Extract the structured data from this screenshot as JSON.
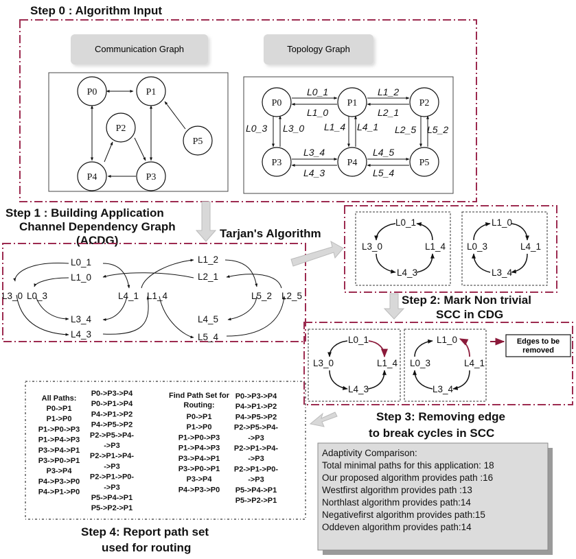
{
  "steps": {
    "s0": "Step 0 : Algorithm Input",
    "s1_l1": "Step 1 : Building Application",
    "s1_l2": "Channel Dependency Graph",
    "s1_l3": "(ACDG)",
    "tarjan": "Tarjan's Algorithm",
    "s2_l1": "Step 2: Mark Non trivial",
    "s2_l2": "SCC in CDG",
    "s3_l1": "Step 3: Removing edge",
    "s3_l2": "to break cycles  in SCC",
    "s4_l1": "Step 4: Report  path set",
    "s4_l2": "used for routing"
  },
  "input": {
    "comm_title": "Communication Graph",
    "topo_title": "Topology Graph",
    "comm_nodes": [
      "P0",
      "P1",
      "P2",
      "P3",
      "P4",
      "P5"
    ],
    "topo_nodes": [
      "P0",
      "P1",
      "P2",
      "P3",
      "P4",
      "P5"
    ],
    "topo_links": [
      "L0_1",
      "L1_0",
      "L1_2",
      "L2_1",
      "L0_3",
      "L3_0",
      "L1_4",
      "L4_1",
      "L2_5",
      "L5_2",
      "L3_4",
      "L4_3",
      "L4_5",
      "L5_4"
    ]
  },
  "acdg": {
    "nodes": [
      "L0_1",
      "L1_0",
      "L1_2",
      "L2_1",
      "L3_0",
      "L0_3",
      "L4_1",
      "L1_4",
      "L5_2",
      "L2_5",
      "L3_4",
      "L4_5",
      "L4_3",
      "L5_4"
    ]
  },
  "scc": {
    "a": [
      "L0_1",
      "L3_0",
      "L1_4",
      "L4_3"
    ],
    "b": [
      "L1_0",
      "L0_3",
      "L4_1",
      "L3_4"
    ]
  },
  "legend": {
    "edges_removed_l1": "Edges to be",
    "edges_removed_l2": "removed",
    "color": "#8b1a3a"
  },
  "paths": {
    "all_title_l1": "All Paths:",
    "all_col1": [
      "P0->P1",
      "P1->P0",
      "P1->P0->P3",
      "P1->P4->P3",
      "P3->P4->P1",
      "P3->P0->P1",
      "P3->P4",
      "P4->P3->P0",
      "P4->P1->P0"
    ],
    "all_col2": [
      "P0->P3->P4",
      "P0->P1->P4",
      "P4->P1->P2",
      "P4->P5->P2",
      "P2->P5->P4-",
      "->P3",
      "P2->P1->P4-",
      "->P3",
      "P2->P1->P0-",
      "->P3",
      "P5->P4->P1",
      "P5->P2->P1"
    ],
    "find_title_l1": "Find Path Set for",
    "find_title_l2": "Routing:",
    "find_col1": [
      "P0->P1",
      "P1->P0",
      "P1->P0->P3",
      "P1->P4->P3",
      "P3->P4->P1",
      "P3->P0->P1",
      "P3->P4",
      "P4->P3->P0"
    ],
    "find_col2": [
      "P0->P3->P4",
      "P4->P1->P2",
      "P4->P5->P2",
      "P2->P5->P4-",
      "->P3",
      "P2->P1->P4-",
      "->P3",
      "P2->P1->P0-",
      "->P3",
      "P5->P4->P1",
      "P5->P2->P1"
    ]
  },
  "comparison": {
    "lines": [
      "Adaptivity Comparison:",
      "Total minimal paths for this application: 18",
      "Our proposed algorithm provides path :16",
      "Westfirst algorithm provides path :13",
      "Northlast algorithm provides path:14",
      "Negativefirst algorithm provides path:15",
      "Oddeven algorithm provides path:14"
    ]
  },
  "colors": {
    "frame": "#9c2a4f",
    "panel_gray": "#d9d9d9",
    "comparison_bg": "#dcdcdc",
    "highlight_arrow": "#8b1a3a"
  }
}
